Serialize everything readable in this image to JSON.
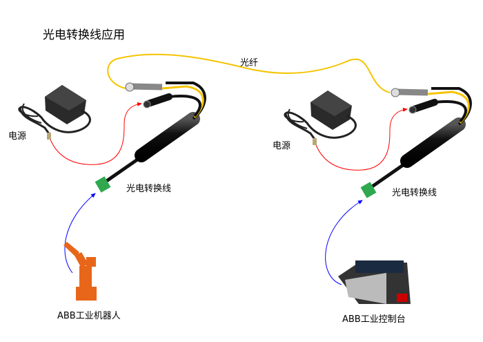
{
  "title": "光电转换线应用",
  "fiber_label": "光纤",
  "left": {
    "power_label": "电源",
    "converter_label": "光电转换线",
    "device_label": "ABB工业机器人"
  },
  "right": {
    "power_label": "电源",
    "converter_label": "光电转换线",
    "device_label": "ABB工业控制台"
  },
  "colors": {
    "fiber": "#f5c400",
    "power_arrow": "#ff0000",
    "data_arrow": "#0000ff",
    "robot": "#e8661a",
    "terminal": "#2fa84f"
  }
}
